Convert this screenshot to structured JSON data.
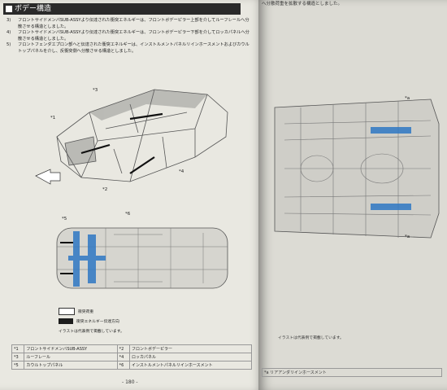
{
  "header": {
    "title": "ボデー構造"
  },
  "notes": [
    {
      "num": "3)",
      "text": "フロントサイドメンバSUB-ASSYより伝達された衝突エネルギーは、フロントボデーピラー上部を介してルーフレールへ分散させる構造としました。"
    },
    {
      "num": "4)",
      "text": "フロントサイドメンバSUB-ASSYより伝達された衝突エネルギーは、フロントボデーピラー下部を介してロッカパネルへ分散させる構造としました。"
    },
    {
      "num": "5)",
      "text": "フロントフェンダエプロン部へと伝達された衝突エネルギーは、インストルメントパネルリインホースメントおよびカウルトップパネルを介し、反衝突側へ分散させる構造としました。"
    }
  ],
  "diagram_labels": {
    "top": [
      "*1",
      "*3",
      "*2",
      "*4"
    ],
    "bottom": [
      "*5",
      "*6"
    ]
  },
  "legend": {
    "items": [
      {
        "label": "衝突荷重",
        "color": "#ffffff"
      },
      {
        "label": "衝突エネルギー伝達方向",
        "color": "#1c1c1c"
      }
    ],
    "note": "イラストは代表例で掲載しています。"
  },
  "parts": [
    [
      "*1",
      "フロントサイドメンバSUB-ASSY",
      "*2",
      "フロントボデーピラー"
    ],
    [
      "*3",
      "ルーフレール",
      "*4",
      "ロッカパネル"
    ],
    [
      "*5",
      "カウルトップパネル",
      "*6",
      "インストルメントパネルリインホースメント"
    ]
  ],
  "page_number": "- 180 -",
  "right_page": {
    "top_text": "へ分散荷重を拡散する構造としました。",
    "diagram_labels": [
      "*a",
      "*a"
    ],
    "caption": "イラストは代表例で掲載しています。",
    "bottom_text": "*a  リアアンダリインホースメント"
  },
  "colors": {
    "accent_blue": "#2f78c4",
    "header_bg": "#2a2a2a"
  }
}
